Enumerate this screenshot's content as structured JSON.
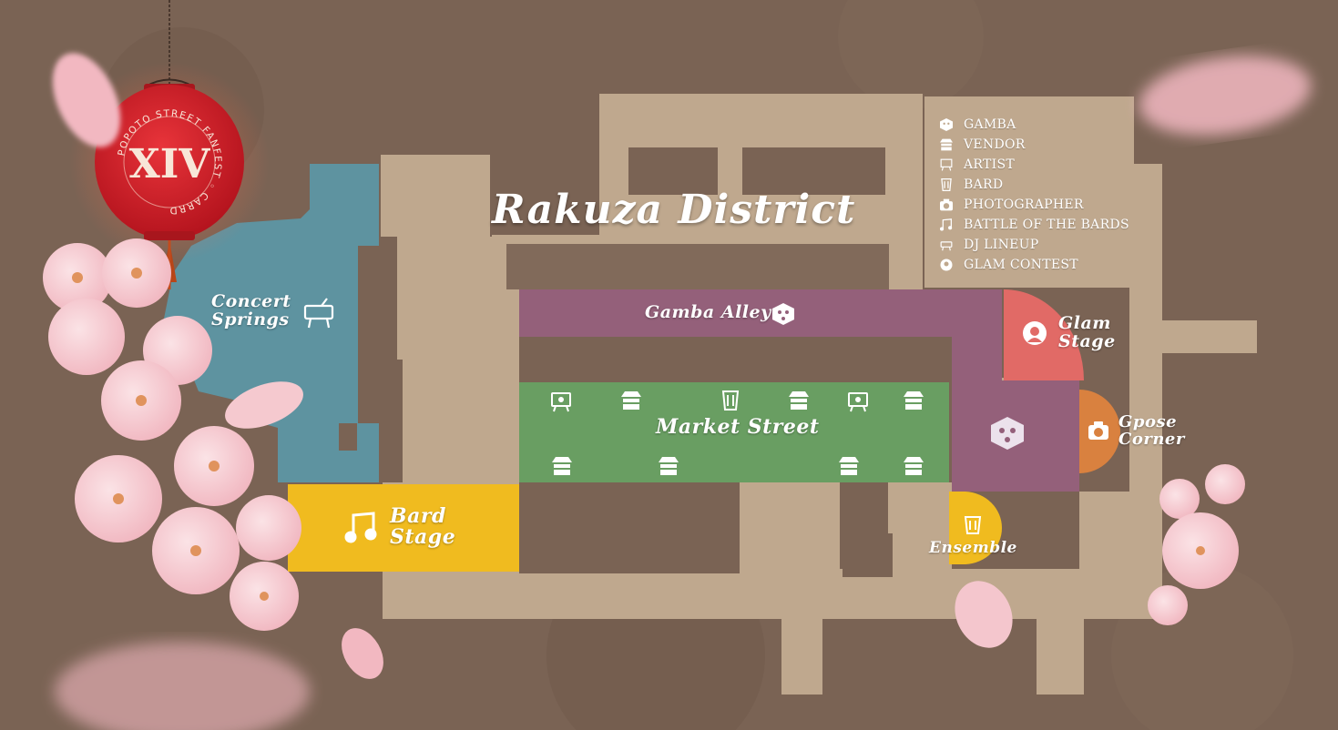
{
  "map": {
    "title": "Rakuza District",
    "zones": {
      "concert_springs": [
        "Concert",
        "Springs"
      ],
      "gamba_alley": "Gamba Alley",
      "market_street": "Market Street",
      "glam_stage": [
        "Glam",
        "Stage"
      ],
      "gpose_corner": [
        "Gpose",
        "Corner"
      ],
      "bard_stage": [
        "Bard",
        "Stage"
      ],
      "ensemble": "Ensemble"
    },
    "zone_colors": {
      "concert_springs": "#5e93a0",
      "gamba_alley": "#94607a",
      "market_street": "#699e62",
      "glam_stage": "#e16a66",
      "gpose_corner": "#d9813f",
      "bard_stage": "#f0bb1f",
      "ensemble": "#f0bb1f",
      "ground": "#bfa88e",
      "background": "#7a6354"
    }
  },
  "legend": [
    {
      "icon": "gamba-icon",
      "label": "GAMBA"
    },
    {
      "icon": "vendor-icon",
      "label": "VENDOR"
    },
    {
      "icon": "artist-icon",
      "label": "ARTIST"
    },
    {
      "icon": "bard-icon",
      "label": "BARD"
    },
    {
      "icon": "photographer-icon",
      "label": "PHOTOGRAPHER"
    },
    {
      "icon": "battle-of-the-bards-icon",
      "label": "BATTLE OF THE BARDS"
    },
    {
      "icon": "dj-lineup-icon",
      "label": "DJ LINEUP"
    },
    {
      "icon": "glam-contest-icon",
      "label": "GLAM CONTEST"
    }
  ],
  "logo": {
    "ring_text": "POPOTO STREET FANFEST ◦ CARRD",
    "monogram": "XIV"
  }
}
